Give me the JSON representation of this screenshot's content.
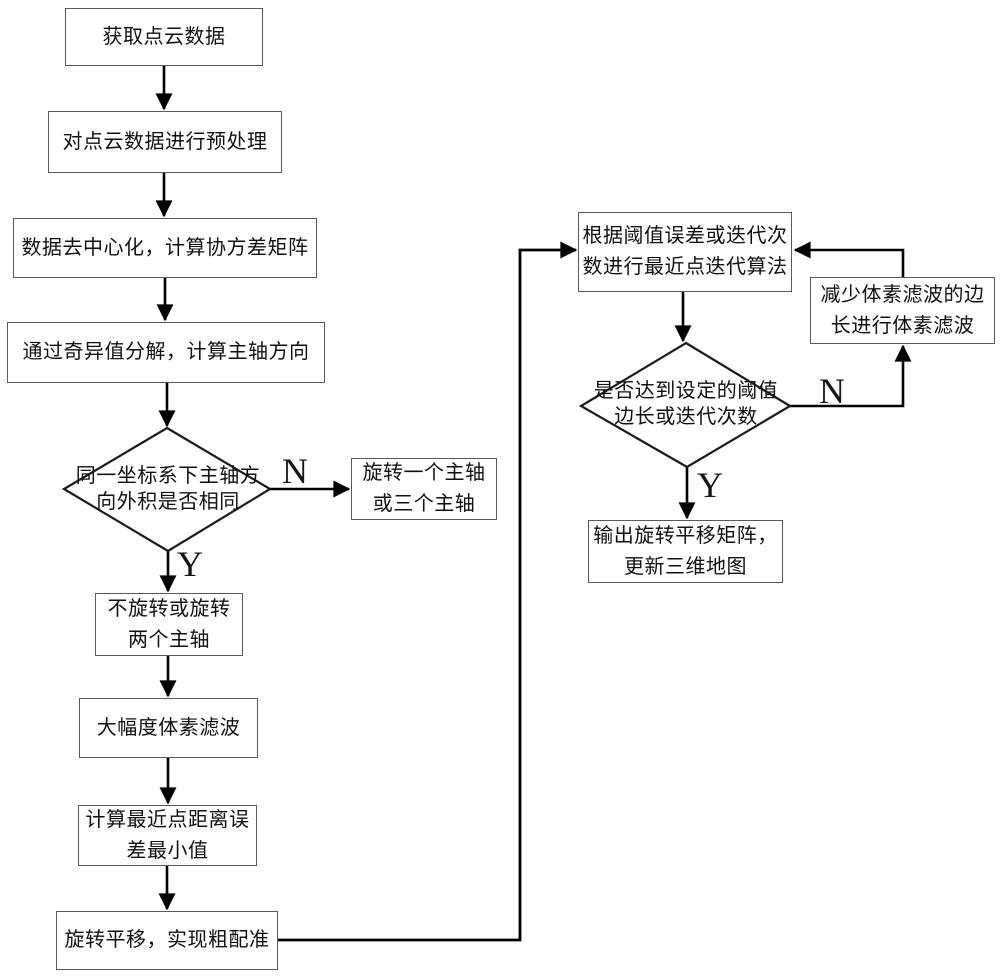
{
  "figure": {
    "background_color": "#ffffff",
    "connector_color": "#000000",
    "box_border_color": "#595959",
    "text_color": "#111111"
  },
  "nodes": {
    "acquire": {
      "label": "获取点云数据"
    },
    "preprocess": {
      "label": "对点云数据进行预处理"
    },
    "decenter": {
      "label": "数据去中心化，计算协方差矩阵"
    },
    "svd": {
      "label": "通过奇异值分解，计算主轴方向"
    },
    "axes_same": {
      "label": "同一坐标系下主轴方\n向外积是否相同"
    },
    "rotate_one_three": {
      "label": "旋转一个主轴\n或三个主轴"
    },
    "rotate_none_two": {
      "label": "不旋转或旋转\n两个主轴"
    },
    "big_voxel": {
      "label": "大幅度体素滤波"
    },
    "nearest_error": {
      "label": "计算最近点距离误\n差最小值"
    },
    "coarse_align": {
      "label": "旋转平移，实现粗配准"
    },
    "icp": {
      "label": "根据阈值误差或迭代次\n数进行最近点迭代算法"
    },
    "reduce_voxel": {
      "label": "减少体素滤波的边\n长进行体素滤波"
    },
    "threshold_check": {
      "label": "是否达到设定的阈值\n边长或迭代次数"
    },
    "output_matrix": {
      "label": "输出旋转平移矩阵，\n更新三维地图"
    }
  },
  "branch_labels": {
    "axes_same_no": "N",
    "axes_same_yes": "Y",
    "threshold_no": "N",
    "threshold_yes": "Y"
  }
}
